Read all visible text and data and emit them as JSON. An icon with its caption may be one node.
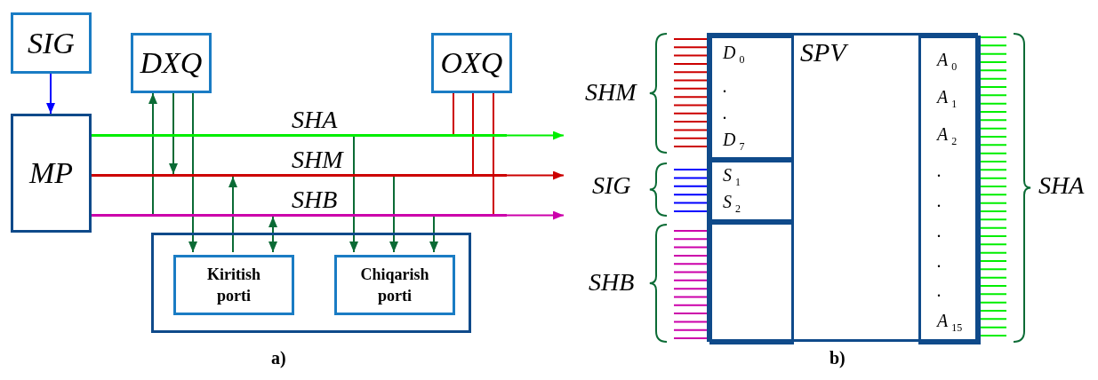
{
  "diagram": {
    "nodes": [
      {
        "text": [
          "SIG"
        ]
      },
      {
        "text": [
          "DXQ"
        ]
      },
      {
        "text": [
          "OXQ"
        ]
      },
      {
        "text": [
          "MP"
        ]
      },
      {
        "text": [
          "SHA"
        ]
      },
      {
        "text": [
          "SHM"
        ]
      },
      {
        "text": [
          "SHB"
        ]
      },
      {
        "text": [],
        "shape": "box"
      },
      {
        "text": [
          "Kiritish porti"
        ],
        "in": 7
      },
      {
        "text": [
          "Chiqarish porti"
        ],
        "in": 7
      },
      {
        "text": [
          "SPV"
        ]
      },
      {
        "text": [
          "D$_{0}$",
          ".",
          ".",
          "D$_{7}$"
        ],
        "in": 10
      },
      {
        "text": [
          "S$_{1}$",
          "S$_{2}$"
        ],
        "in": 10
      },
      {
        "text": [],
        "shape": "box",
        "in": 10
      },
      {
        "text": [
          "A$_{0}$",
          "A$_{1}$",
          "A$_{2}$",
          ".",
          ".",
          ".",
          ".",
          ".",
          "A$_{15}$"
        ],
        "in": 10
      }
    ],
    "edges": [
      {
        "from": 0,
        "to": 3,
        "arrow": "to",
        "color": "#0000ff"
      },
      {
        "from": 6,
        "to": 1,
        "arrow": "to"
      },
      {
        "from": 1,
        "to": 5,
        "arrow": "to"
      },
      {
        "from": 1,
        "to": 8,
        "arrow": "to"
      },
      {
        "from": 8,
        "to": 5,
        "arrow": "to"
      },
      {
        "from": 6,
        "to": 8,
        "arrow": "both"
      },
      {
        "from": 4,
        "to": 9,
        "arrow": "to"
      },
      {
        "from": 5,
        "to": 9,
        "arrow": "to"
      },
      {
        "from": 6,
        "to": 9,
        "arrow": "to"
      },
      {
        "from": 2,
        "to": 4,
        "arrow": "none",
        "color": "#cc0000"
      },
      {
        "from": 2,
        "to": 5,
        "arrow": "none",
        "color": "#cc0000"
      },
      {
        "from": 2,
        "to": 6,
        "arrow": "none",
        "color": "#cc0000"
      },
      {
        "from": 4,
        "to": null,
        "arrow": "to",
        "color": "#00ee00"
      },
      {
        "from": 5,
        "to": null,
        "arrow": "to",
        "color": "#cc0000"
      },
      {
        "from": 6,
        "to": null,
        "arrow": "to",
        "color": "#cc00aa"
      }
    ],
    "labels": [
      "SHM",
      "SIG",
      "SHA",
      "SHB",
      "a)",
      "b)"
    ]
  }
}
